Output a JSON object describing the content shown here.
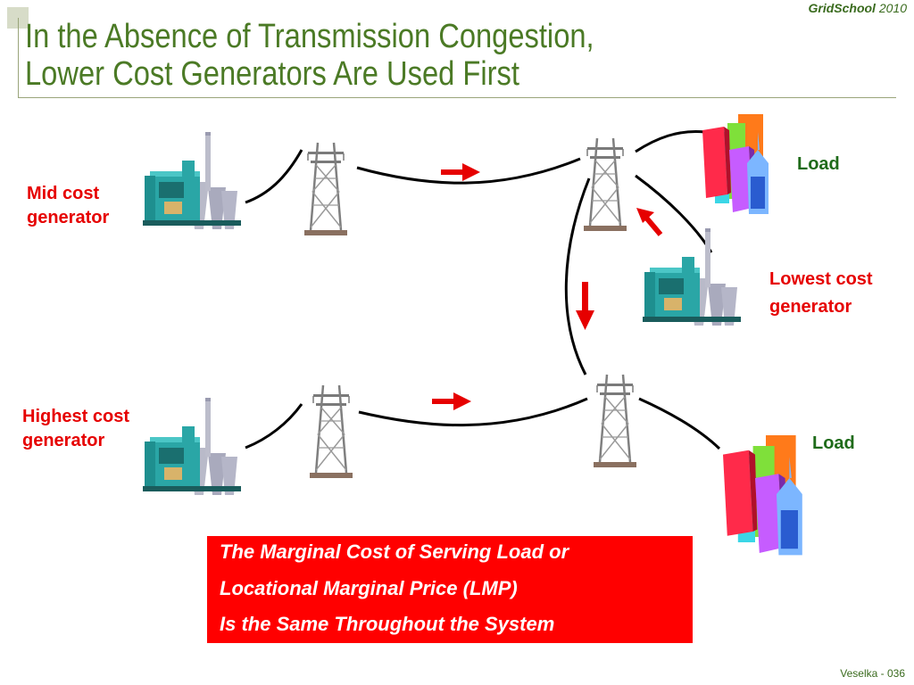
{
  "header": {
    "brand_name": "GridSchool",
    "brand_year": "2010",
    "title_line1": "In the Absence of Transmission Congestion,",
    "title_line2": "Lower Cost Generators Are Used First"
  },
  "labels": {
    "mid_cost": [
      "Mid cost",
      "generator"
    ],
    "highest_cost": [
      "Highest cost",
      "generator"
    ],
    "lowest_cost": [
      "Lowest cost",
      "generator"
    ],
    "load_top": "Load",
    "load_bottom": "Load"
  },
  "callout": {
    "line1": "The Marginal Cost of Serving Load or",
    "line2": "Locational Marginal Price (LMP)",
    "line3": "Is the Same Throughout the System"
  },
  "footer": {
    "text": "Veselka  - 036"
  },
  "colors": {
    "title": "#4b7a25",
    "callout_bg": "#ff0000",
    "arrow": "#e60000",
    "load_label": "#1f6b1a",
    "generator_label": "#e60000"
  },
  "icons": [
    "power-plant-icon",
    "transmission-tower-icon",
    "city-buildings-icon",
    "flow-arrow-icon"
  ]
}
